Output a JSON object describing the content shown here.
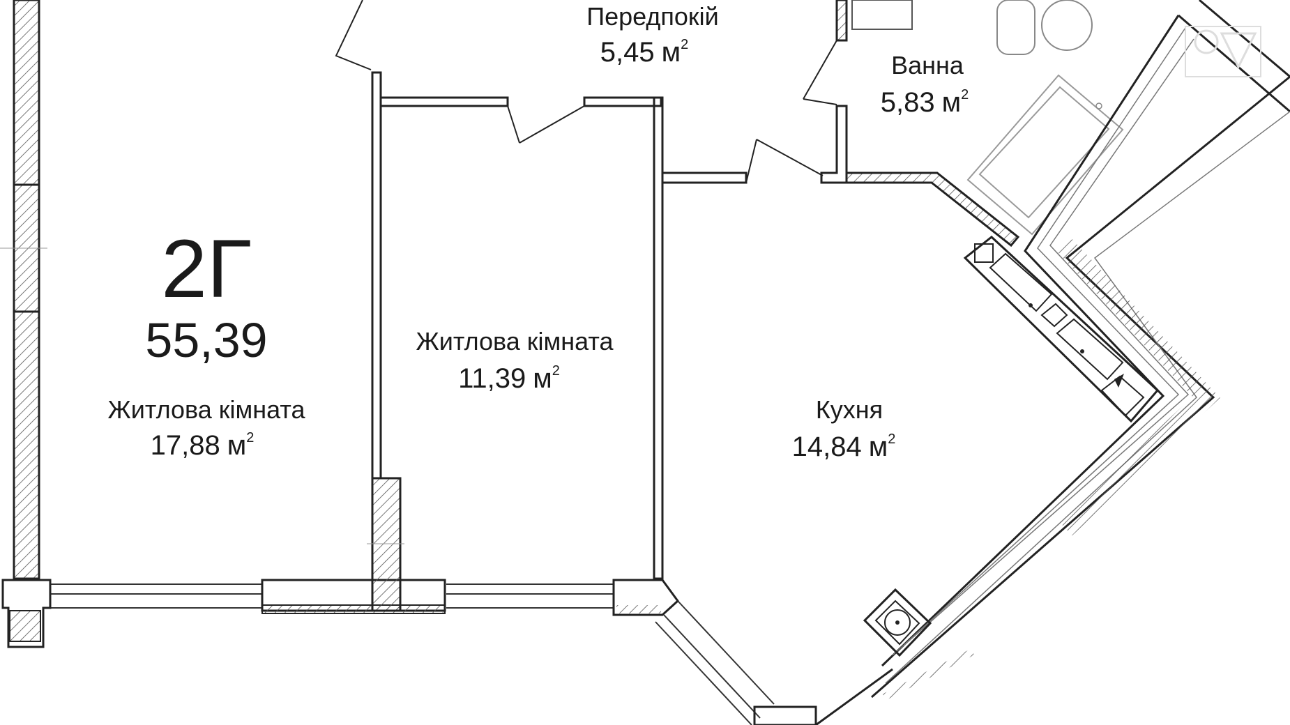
{
  "apartment": {
    "code": "2Г",
    "total_area": "55,39"
  },
  "unit": {
    "base": "м",
    "power": "2"
  },
  "rooms": {
    "hall": {
      "name": "Передпокій",
      "area": "5,45"
    },
    "bath": {
      "name": "Ванна",
      "area": "5,83"
    },
    "living_small": {
      "name": "Житлова кімната",
      "area": "11,39"
    },
    "living_large": {
      "name": "Житлова кімната",
      "area": "17,88"
    },
    "kitchen": {
      "name": "Кухня",
      "area": "14,84"
    }
  },
  "colors": {
    "wall": "#222222",
    "hatch": "#555555",
    "line": "#333333",
    "fixture": "#777777"
  },
  "logo": {
    "icon": "compass-logo-icon"
  }
}
